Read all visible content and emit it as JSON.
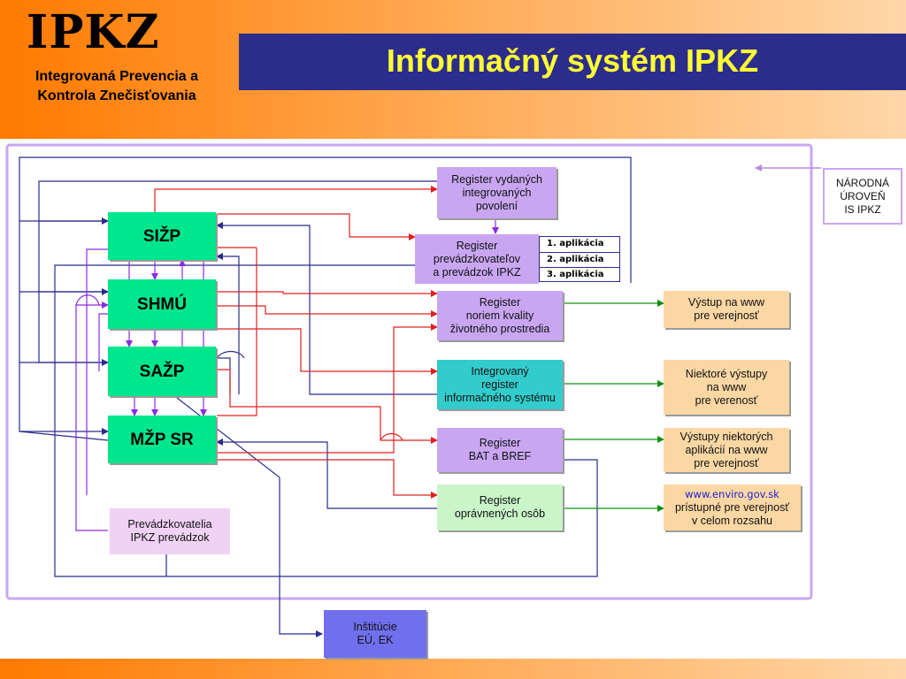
{
  "header": {
    "logo_mark": "IPKZ",
    "logo_line1": "Integrovaná Prevencia a",
    "logo_line2": "Kontrola Znečisťovania",
    "title": "Informačný systém IPKZ"
  },
  "organizations": [
    {
      "id": "sizp",
      "label": "SIŽP"
    },
    {
      "id": "shmu",
      "label": "SHMÚ"
    },
    {
      "id": "sazp",
      "label": "SAŽP"
    },
    {
      "id": "mzp",
      "label": "MŽP SR"
    }
  ],
  "registers": {
    "vydane": "Register vydaných\nintegrovaných\npovolení",
    "prevadzkovatelia": "Register\nprevádzkovateľov\na prevádzok IPKZ",
    "normy": "Register\nnoriem kvality\nživotného prostredia",
    "integrovany": "Integrovaný\nregister\ninformačného systému",
    "bat": "Register\nBAT a BREF",
    "osoby": "Register\noprávnených osôb"
  },
  "applications": [
    "1. aplikácia",
    "2. aplikácia",
    "3. aplikácia"
  ],
  "operators_box": "Prevádzkovatelia\nIPKZ prevádzok",
  "institutions_box": "Inštitúcie\nEÚ, EK",
  "national_level": "NÁRODNÁ\nÚROVEŇ\nIS IPKZ",
  "outputs": {
    "www": "Výstup na www\npre verejnosť",
    "some": "Niektoré výstupy\nna www\npre verenosť",
    "apps": "Výstupy niektorých\naplikácií na www\npre verejnosť",
    "full_url": "www.enviro.gov.sk",
    "full_text": "prístupné pre verejnosť\nv celom rozsahu"
  },
  "colors": {
    "organization": "#00e68c",
    "register": "#c9a6f2",
    "integrated_register": "#33cccc",
    "persons_register": "#c9f5c9",
    "output": "#fbd7a4",
    "institutions": "#7070ee",
    "line_blue": "#2c2c8c",
    "line_red": "#e02020",
    "line_green": "#109010",
    "line_purple": "#8a2be2"
  }
}
